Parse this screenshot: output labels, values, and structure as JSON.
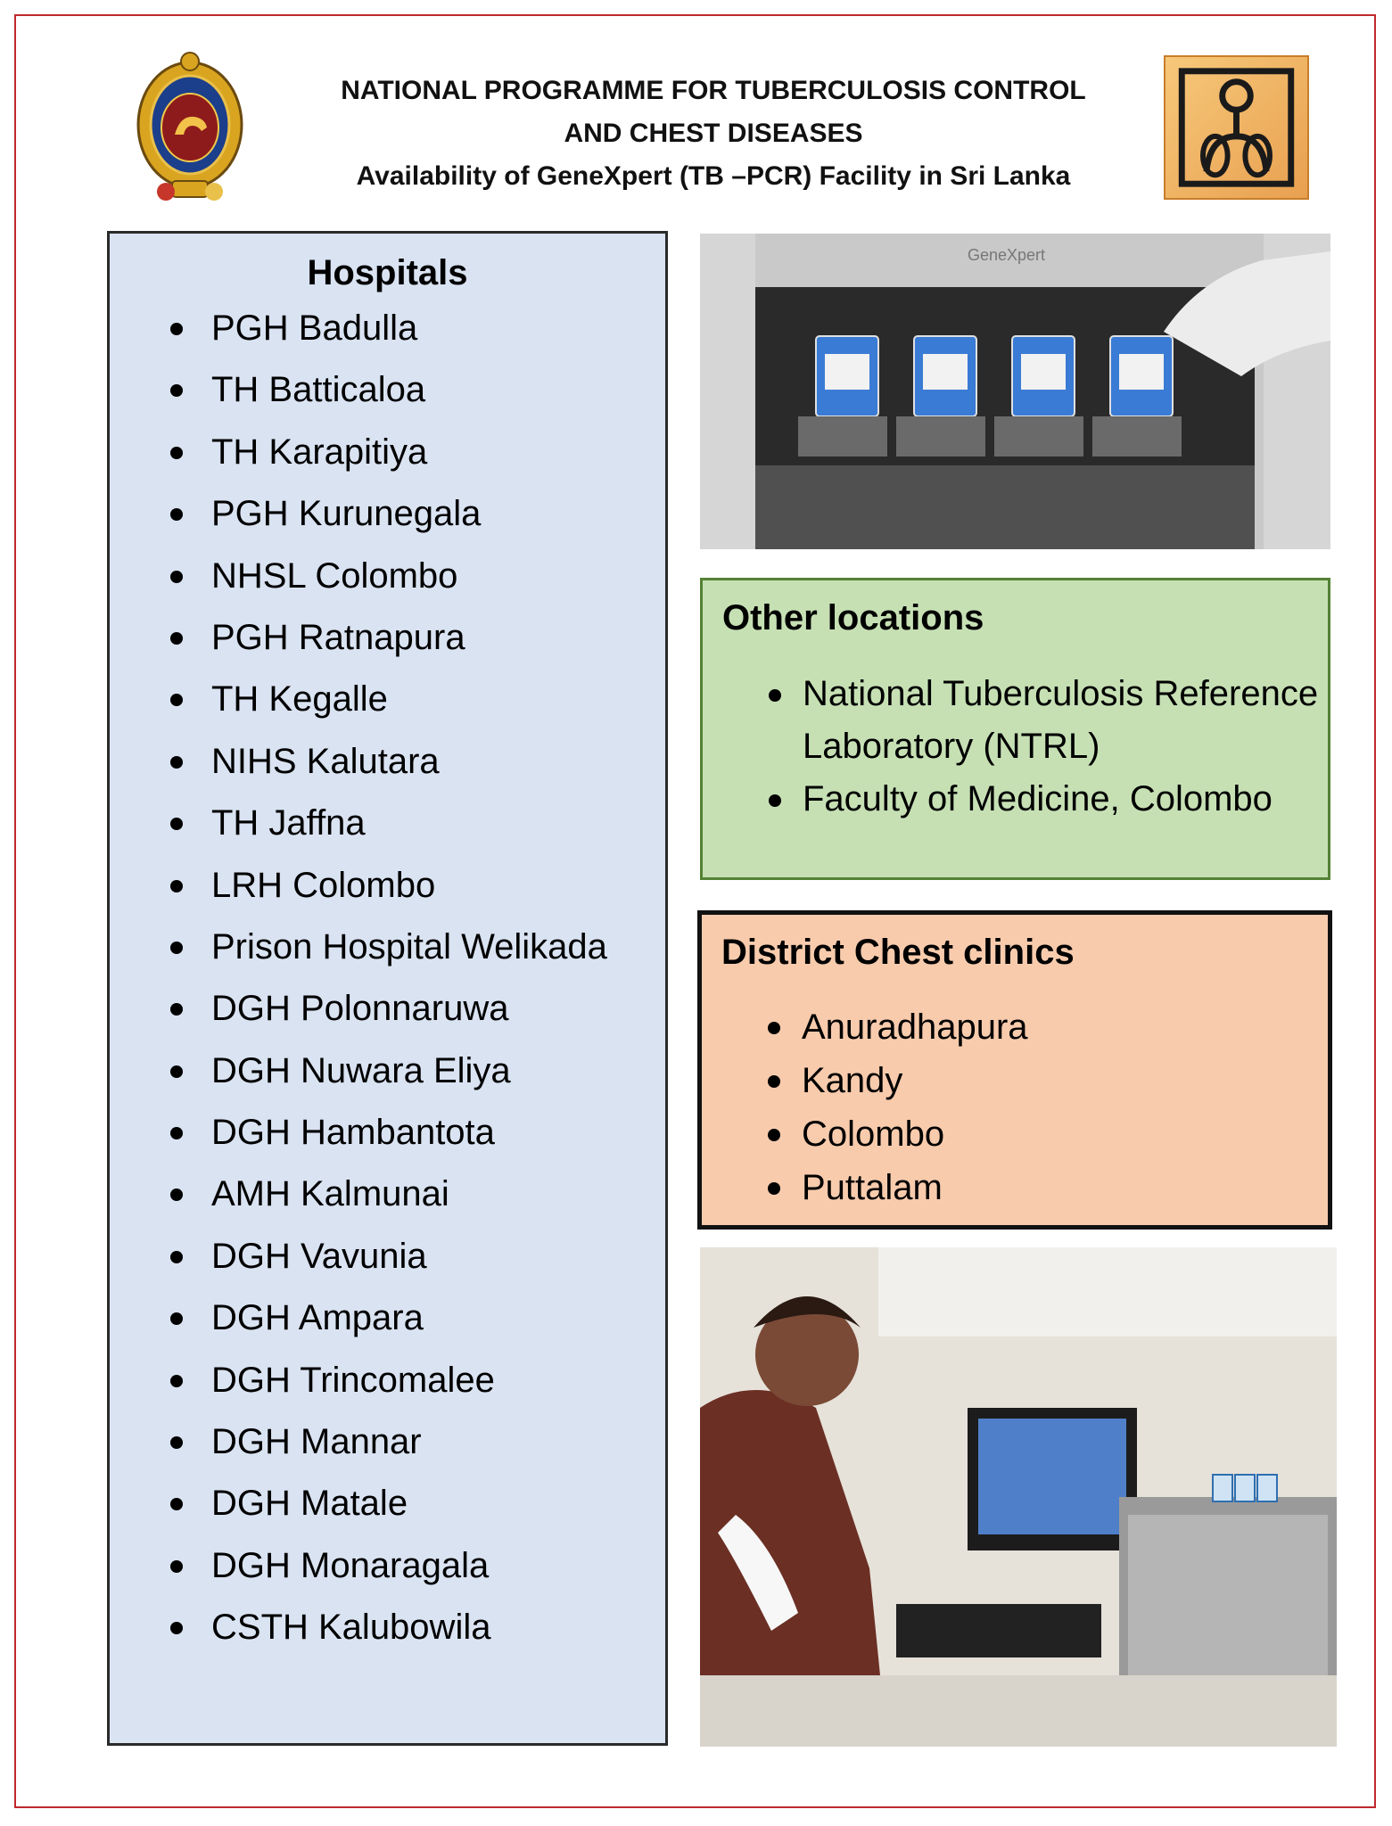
{
  "header": {
    "line1": "NATIONAL PROGRAMME FOR TUBERCULOSIS CONTROL",
    "line2": "AND CHEST DISEASES",
    "line3": "Availability of GeneXpert (TB –PCR) Facility in Sri Lanka"
  },
  "hospitals": {
    "title": "Hospitals",
    "items": [
      "PGH Badulla",
      "TH Batticaloa",
      "TH Karapitiya",
      "PGH Kurunegala",
      "NHSL Colombo",
      "PGH Ratnapura",
      "TH Kegalle",
      "NIHS Kalutara",
      "TH Jaffna",
      "LRH Colombo",
      "Prison Hospital Welikada",
      "DGH Polonnaruwa",
      "DGH Nuwara Eliya",
      "DGH Hambantota",
      "AMH Kalmunai",
      "DGH Vavunia",
      "DGH Ampara",
      "DGH Trincomalee",
      "DGH Mannar",
      "DGH Matale",
      "DGH Monaragala",
      "CSTH Kalubowila"
    ]
  },
  "machine_photo": {
    "brand_text": "GeneXpert"
  },
  "other_locations": {
    "title": "Other locations",
    "items": [
      "National Tuberculosis Reference Laboratory (NTRL)",
      "Faculty of Medicine, Colombo"
    ]
  },
  "district_clinics": {
    "title": "District Chest clinics",
    "items": [
      "Anuradhapura",
      "Kandy",
      "Colombo",
      "Puttalam"
    ]
  },
  "colors": {
    "page_border": "#c0282d",
    "hospitals_bg": "#dae3f2",
    "other_bg": "#c6e0b4",
    "other_border": "#548235",
    "clinic_bg": "#f8cbad"
  }
}
